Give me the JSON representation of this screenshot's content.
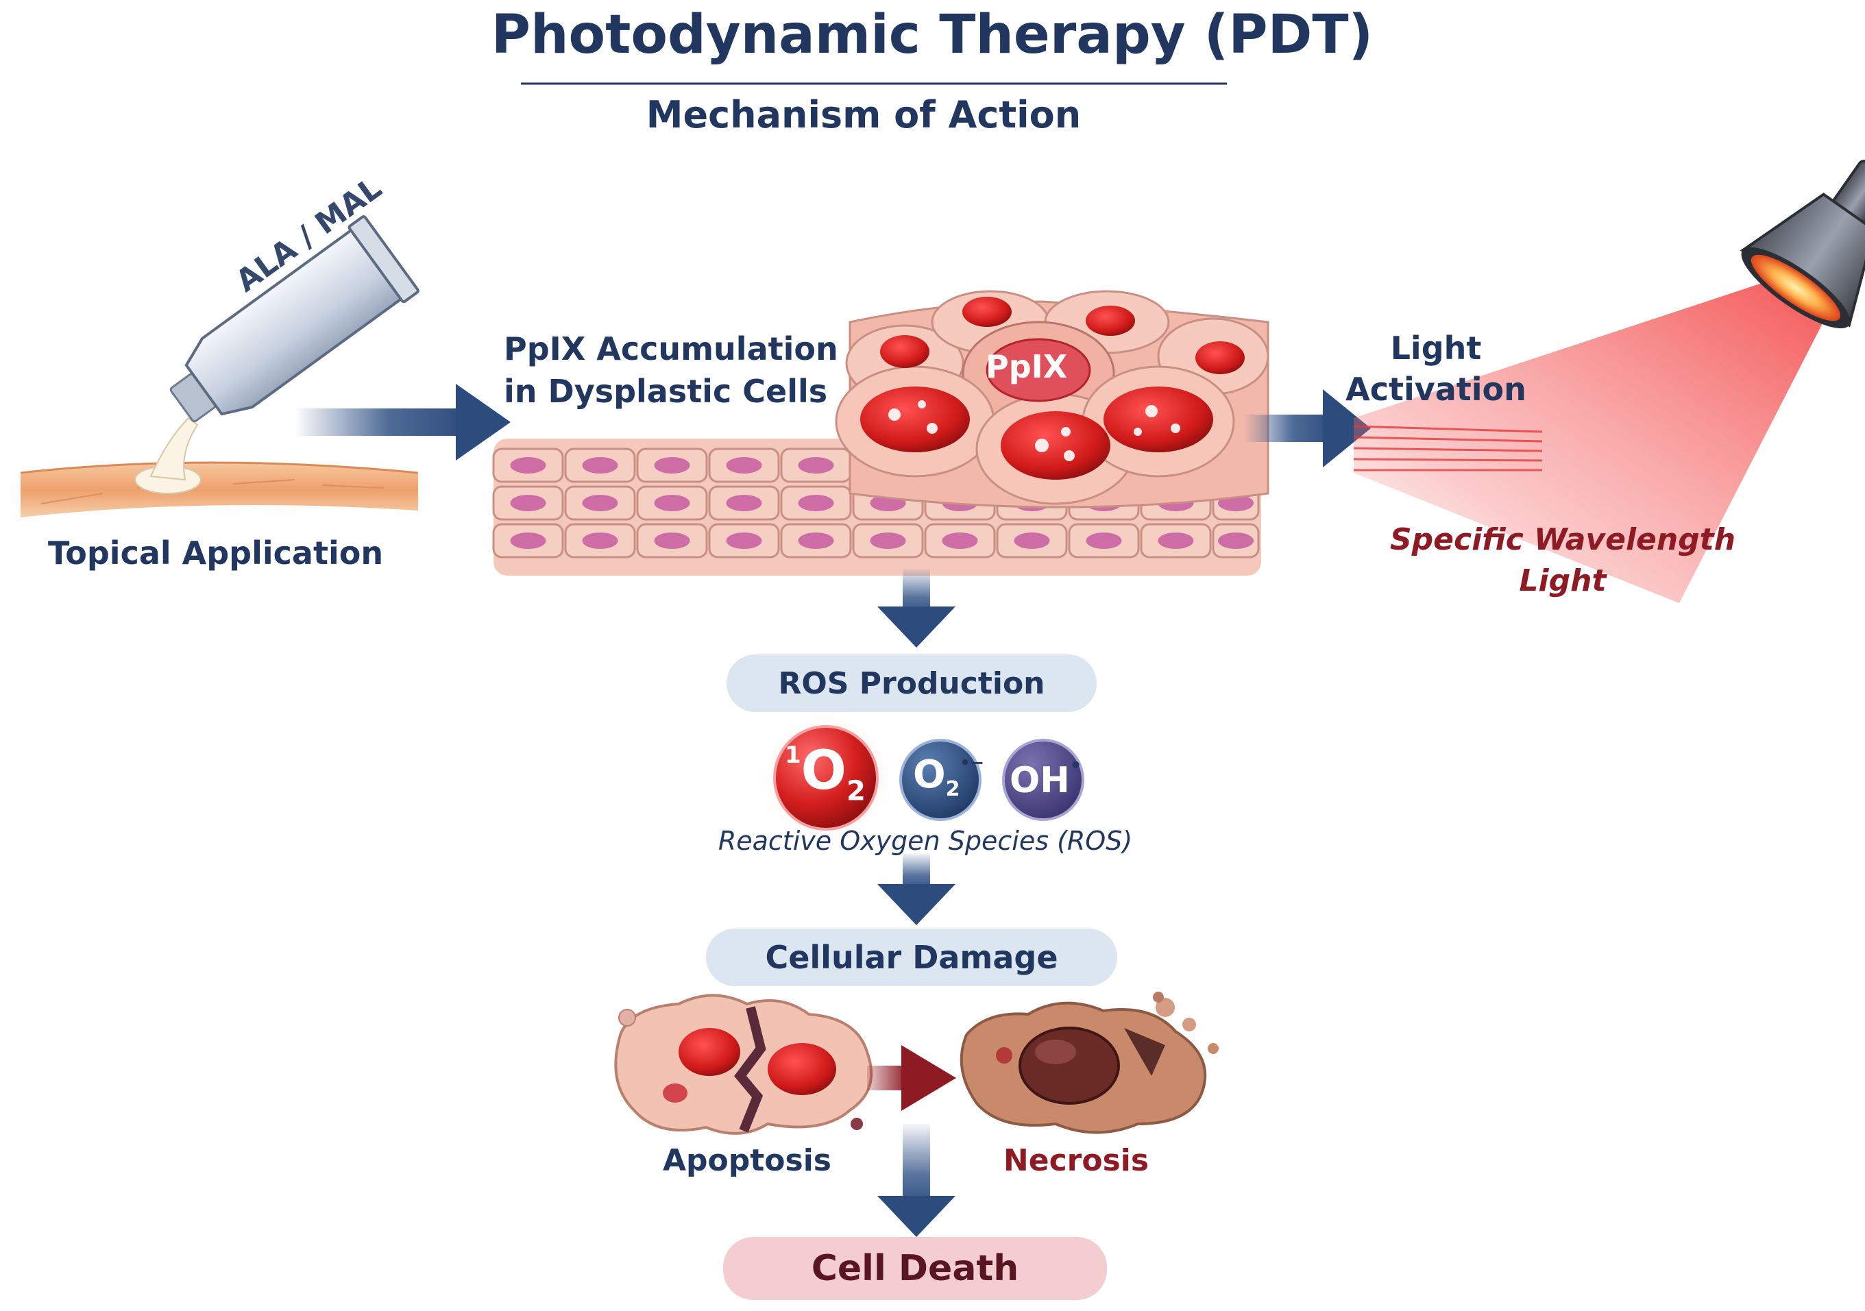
{
  "title": "Photodynamic Therapy (PDT)",
  "subtitle": "Mechanism of Action",
  "tube_label": "ALA / MAL",
  "steps": {
    "topical": "Topical Application",
    "accumulation_line1": "PpIX Accumulation",
    "accumulation_line2": "in Dysplastic Cells",
    "ppix_label": "PpIX",
    "light_line1": "Light",
    "light_line2": "Activation",
    "wavelength_line1": "Specific Wavelength",
    "wavelength_line2": "Light",
    "ros": "ROS Production",
    "ros_caption": "Reactive Oxygen Species (ROS)",
    "damage": "Cellular Damage",
    "apoptosis": "Apoptosis",
    "necrosis": "Necrosis",
    "death": "Cell Death"
  },
  "species": {
    "singlet_oxygen": {
      "sup": "1",
      "main": "O",
      "sub": "2"
    },
    "superoxide": {
      "main": "O",
      "sub": "2",
      "sup": "•−"
    },
    "hydroxyl": {
      "main": "OH",
      "sup": "•"
    }
  },
  "colors": {
    "navy": "#22375f",
    "arrow": "#3b5a8c",
    "maroon": "#8e1a24",
    "red": "#d42020",
    "pill_blue": "#dbe6f1",
    "pill_pink": "#f4cdd1"
  }
}
